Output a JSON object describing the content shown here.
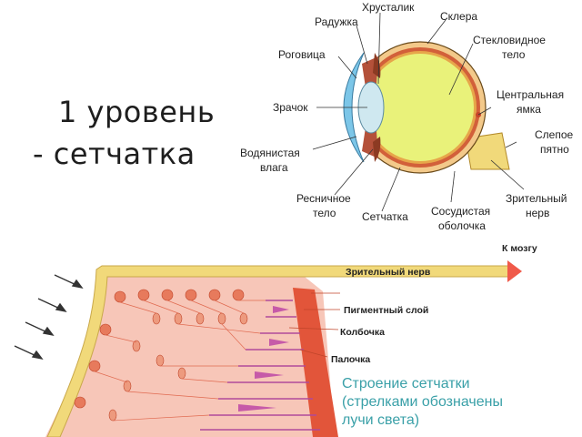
{
  "slide": {
    "title_line1": "1 уровень",
    "title_line2": "- сетчатка"
  },
  "eye_labels": {
    "lens": "Хрусталик",
    "iris": "Радужка",
    "sclera": "Склера",
    "cornea": "Роговица",
    "vitreous_1": "Стекловидное",
    "vitreous_2": "тело",
    "pupil": "Зрачок",
    "fovea_1": "Центральная",
    "fovea_2": "ямка",
    "blind_spot_1": "Слепое",
    "blind_spot_2": "пятно",
    "aqueous_1": "Водянистая",
    "aqueous_2": "влага",
    "ciliary_1": "Ресничное",
    "ciliary_2": "тело",
    "retina": "Сетчатка",
    "choroid_1": "Сосудистая",
    "choroid_2": "оболочка",
    "optic_nerve_1": "Зрительный",
    "optic_nerve_2": "нерв"
  },
  "retina_labels": {
    "to_brain": "К мозгу",
    "optic_nerve": "Зрительный нерв",
    "pigment_layer": "Пигментный слой",
    "cone": "Колбочка",
    "rod": "Палочка"
  },
  "caption": {
    "line1": "Строение сетчатки",
    "line2": "(стрелками обозначены",
    "line3": "лучи света)"
  },
  "colors": {
    "vitreous": "#e9f27a",
    "sclera": "#d9a33a",
    "choroid": "#d2603a",
    "cornea": "#7cc6e8",
    "lens": "#cfe8f0",
    "nerve": "#f1d97a",
    "retina_bg": "#f7c6b8",
    "pigment": "#e2553a",
    "caption": "#3aa0a8"
  }
}
